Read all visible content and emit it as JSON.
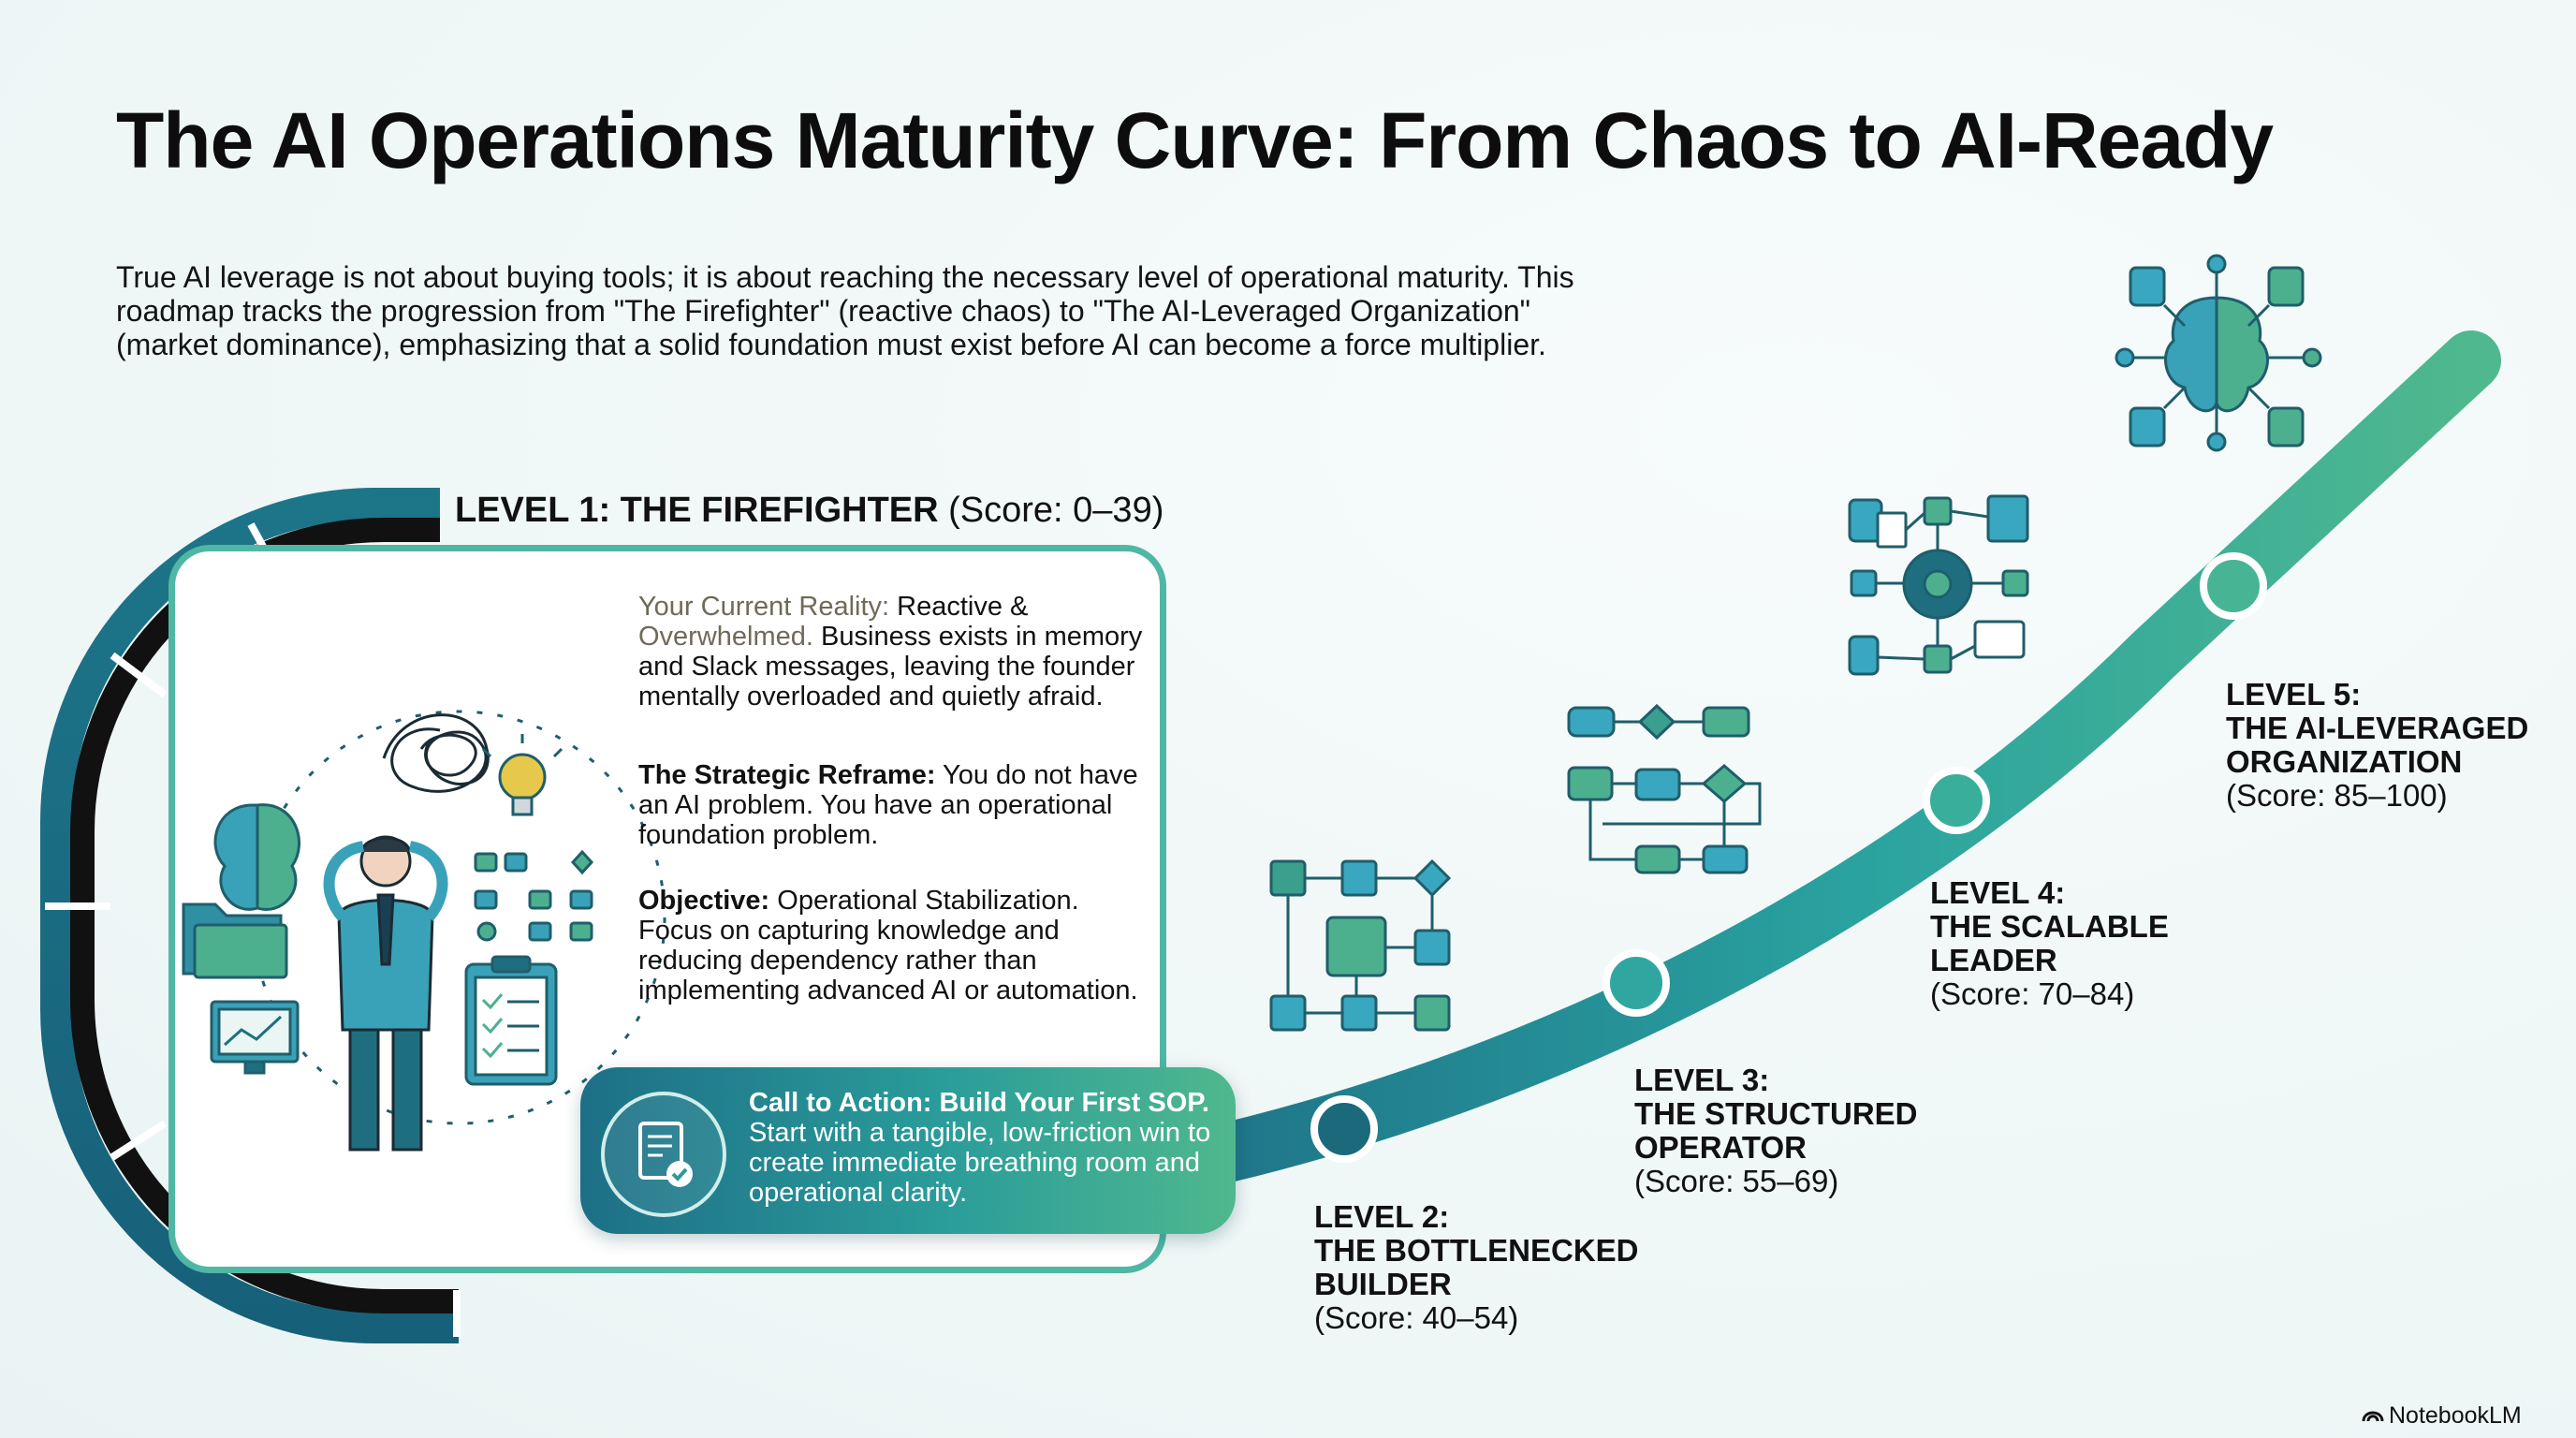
{
  "title": "The AI Operations Maturity Curve: From Chaos to AI-Ready",
  "intro": "True AI leverage is not about buying tools; it is about reaching the necessary level of operational maturity. This roadmap tracks the progression from \"The Firefighter\" (reactive chaos) to \"The AI-Leveraged Organization\" (market dominance), emphasizing that a solid foundation must exist before AI can become a force multiplier.",
  "level1": {
    "name": "LEVEL 1: THE FIREFIGHTER",
    "score": "(Score: 0–39)",
    "reality_label": "Your Current Reality:",
    "reality_lead": "Reactive &",
    "reality_muted": "Overwhelmed.",
    "reality_body": "Business exists in memory and Slack messages, leaving the founder mentally overloaded and quietly afraid.",
    "reframe_label": "The Strategic Reframe:",
    "reframe_body": "You do not have an AI problem. You have an operational foundation problem.",
    "objective_label": "Objective:",
    "objective_body": "Operational Stabilization. Focus on capturing knowledge and reducing dependency rather than implementing advanced AI or automation."
  },
  "cta": {
    "label": "Call to Action: Build Your First SOP.",
    "body": "Start with a tangible, low-friction win to create immediate breathing room and operational clarity.",
    "icon": "document-check-icon"
  },
  "levels": [
    {
      "line1": "LEVEL 2:",
      "line2": "THE BOTTLENECKED",
      "line3": "BUILDER",
      "score": "(Score: 40–54)",
      "icon": "flowchart-grid-icon"
    },
    {
      "line1": "LEVEL 3:",
      "line2": "THE STRUCTURED",
      "line3": "OPERATOR",
      "score": "(Score: 55–69)",
      "icon": "process-flow-icon"
    },
    {
      "line1": "LEVEL 4:",
      "line2": "THE SCALABLE",
      "line3": "LEADER",
      "score": "(Score: 70–84)",
      "icon": "gear-network-icon"
    },
    {
      "line1": "LEVEL 5:",
      "line2": "THE AI-LEVERAGED",
      "line3": "ORGANIZATION",
      "score": "(Score: 85–100)",
      "icon": "ai-brain-network-icon"
    }
  ],
  "illustration": {
    "icons": [
      "stressed-person-icon",
      "brain-icon",
      "lightbulb-icon",
      "folder-icon",
      "monitor-chart-icon",
      "checklist-clipboard-icon",
      "tangled-thoughts-icon",
      "mini-flowchart-icon"
    ]
  },
  "brand": "NotebookLM",
  "colors": {
    "curve_start": "#1d6f86",
    "curve_end": "#4fb88e",
    "card_border": "#4fb7a4",
    "dark_arc": "#111111",
    "muted_text": "#6f6a59"
  }
}
